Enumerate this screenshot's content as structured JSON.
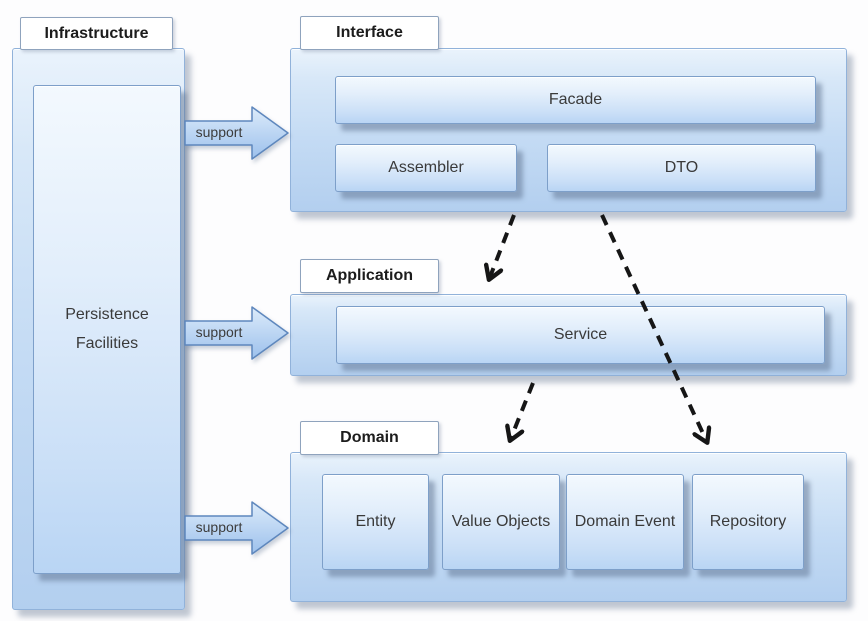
{
  "layers": {
    "infrastructure": {
      "label": "Infrastructure",
      "component": "Persistence Facilities"
    },
    "interface": {
      "label": "Interface",
      "components": {
        "facade": "Facade",
        "assembler": "Assembler",
        "dto": "DTO"
      }
    },
    "application": {
      "label": "Application",
      "components": {
        "service": "Service"
      }
    },
    "domain": {
      "label": "Domain",
      "components": {
        "entity": "Entity",
        "value_objects": "Value Objects",
        "domain_event": "Domain Event",
        "repository": "Repository"
      }
    }
  },
  "arrows": {
    "support_label": "support",
    "dependencies": [
      {
        "from": "interface",
        "to": "application",
        "style": "dashed"
      },
      {
        "from": "interface",
        "to": "domain",
        "style": "dashed"
      },
      {
        "from": "application",
        "to": "domain",
        "style": "dashed"
      }
    ]
  },
  "colors": {
    "container_top": "#eaf3fc",
    "container_bottom": "#b3cfef",
    "container_border": "#91b2da",
    "box_top": "#f3f9fe",
    "box_bottom": "#b9d5f4",
    "box_border": "#7d9fc9",
    "label_border": "#8fa3bd",
    "arrow_fill_top": "#dcebfa",
    "arrow_fill_bottom": "#9cc0ec",
    "arrow_border": "#5e87bd",
    "dash_color": "#161616",
    "text_dark": "#1c1c1c",
    "text_component": "#3a3a3a"
  }
}
